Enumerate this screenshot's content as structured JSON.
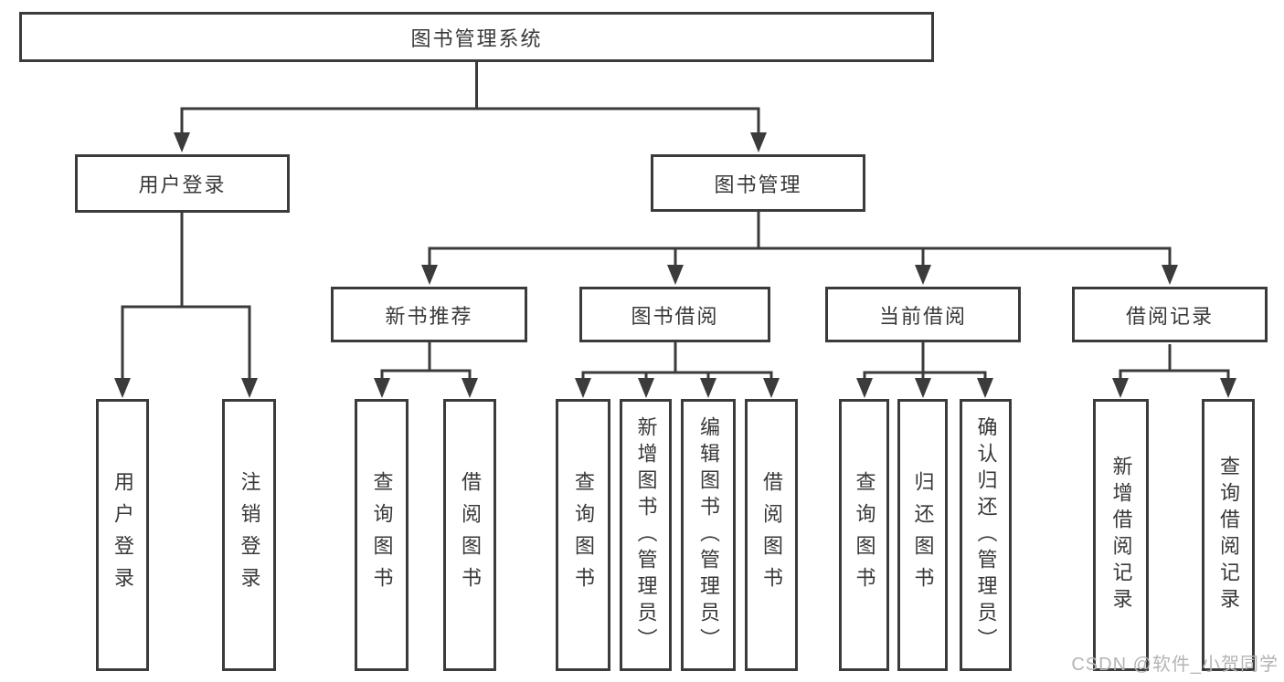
{
  "diagram": {
    "root": "图书管理系统",
    "branches": {
      "user_login": "用户登录",
      "book_mgmt": "图书管理",
      "new_books": "新书推荐",
      "borrowing": "图书借阅",
      "current": "当前借阅",
      "records": "借阅记录"
    },
    "leaves": {
      "user_login": [
        "用户登录",
        "注销登录"
      ],
      "new_books": [
        "查询图书",
        "借阅图书"
      ],
      "borrowing": [
        "查询图书",
        "新增图书（管理员）",
        "编辑图书（管理员）",
        "借阅图书"
      ],
      "current": [
        "查询图书",
        "归还图书",
        "确认归还（管理员）"
      ],
      "records": [
        "新增借阅记录",
        "查询借阅记录"
      ]
    }
  },
  "watermark": {
    "text": "CSDN @软件_小贺同学"
  },
  "colors": {
    "line": "#3b3b3b",
    "box_border": "#3b3b3b",
    "text": "#383838",
    "watermark": "#b4b4b4",
    "background": "#ffffff"
  }
}
